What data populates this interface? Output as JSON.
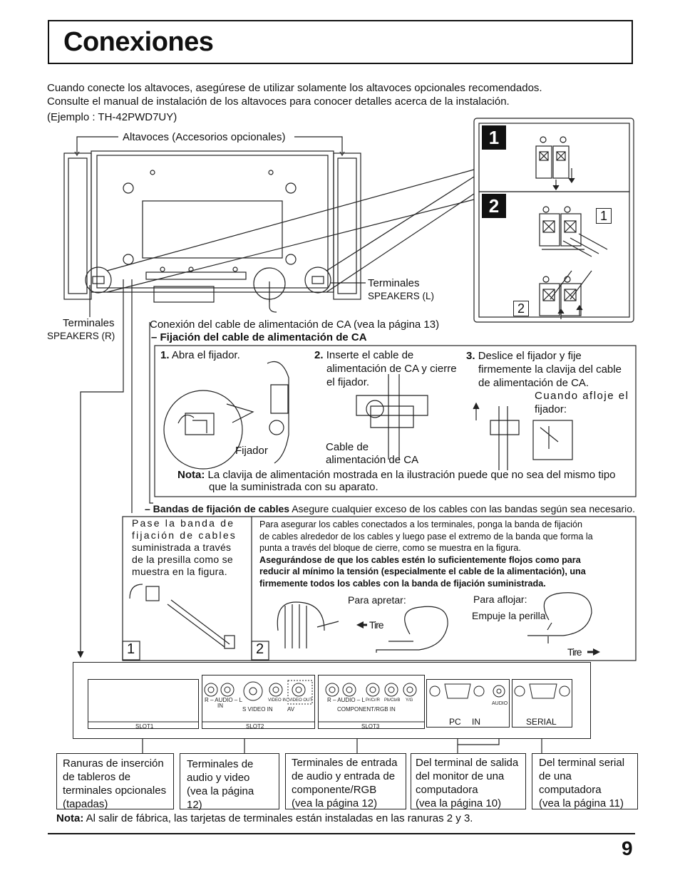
{
  "title": "Conexiones",
  "intro": {
    "line1": "Cuando conecte los altavoces, asegúrese de utilizar solamente los altavoces opcionales recomendados.",
    "line2": "Consulte el manual de instalación de los altavoces para conocer detalles acerca de la instalación.",
    "example": "(Ejemplo : TH-42PWD7UY)"
  },
  "speakers_label": "Altavoces (Accesorios opcionales)",
  "terminals_r": {
    "title": "Terminales",
    "sub": "SPEAKERS (R)"
  },
  "terminals_l": {
    "title": "Terminales",
    "sub": "SPEAKERS (L)"
  },
  "ac_connection": "Conexión del cable de alimentación de CA (vea la página 13)",
  "ac_fixing_title": "– Fijación del cable de alimentación de CA",
  "steps": {
    "s1_num": "1.",
    "s1_text": "Abra el fijador.",
    "s2_num": "2.",
    "s2_line1": "Inserte el cable de",
    "s2_line2": "alimentación de CA y cierre",
    "s2_line3": "el fijador.",
    "s3_num": "3.",
    "s3_line1": "Deslice el fijador y fije",
    "s3_line2": "firmemente la clavija del cable",
    "s3_line3": "de alimentación de CA.",
    "loosen_line1": "Cuando afloje el",
    "loosen_line2": "fijador:",
    "fijador": "Fijador",
    "cable_line1": "Cable de",
    "cable_line2": "alimentación de CA"
  },
  "note1": {
    "label": "Nota:",
    "line1": "La clavija de alimentación mostrada en la ilustración puede que no sea del mismo tipo",
    "line2": "que la suministrada con su aparato."
  },
  "bands": {
    "title": "– Bandas de fijación de cables",
    "desc": "Asegure cualquier exceso de los cables con las bandas según sea necesario.",
    "left_lines": [
      "Pase la banda de",
      "fijación de cables",
      "suministrada a través",
      "de la presilla como se",
      "muestra en la figura."
    ],
    "right_lines": [
      "Para asegurar los cables conectados a los terminales, ponga la banda de fijación",
      "de cables alrededor de los cables y luego pase el extremo de la banda que forma la",
      "punta a través del bloque de cierre, como se muestra en la figura."
    ],
    "right_bold": [
      "Asegurándose de que los cables estén lo suficientemente flojos como para",
      "reducir al mínimo la tensión (especialmente el cable de la alimentación), una",
      "firmemente todos los cables con la banda de fijación suministrada."
    ],
    "tighten": "Para apretar:",
    "loosen": "Para aflojar:",
    "push": "Empuje la perilla",
    "pull1": "Tire",
    "pull2": "Tire",
    "n1": "1",
    "n2": "2"
  },
  "speaker_steps": {
    "n1": "1",
    "n2": "2",
    "sub1": "1",
    "sub2": "2"
  },
  "panel": {
    "slot1": "SLOT1",
    "slot2": "SLOT2",
    "slot3": "SLOT3",
    "svideo": "S VIDEO IN",
    "av": "AV",
    "video_in": "VIDEO IN",
    "video_out": "VIDEO OUT",
    "audio_in": "R – AUDIO – L",
    "in_small": "IN",
    "audio_r_l": "R – AUDIO – L",
    "pb": "Pb/Cb/B",
    "pr": "Pr/Cr/R",
    "yg": "Y/G",
    "component": "COMPONENT/RGB IN",
    "audio": "AUDIO",
    "pc": "PC",
    "in": "IN",
    "serial": "SERIAL"
  },
  "captions": {
    "c1": [
      "Ranuras de inserción",
      "de tableros de",
      "terminales opcionales",
      "(tapadas)"
    ],
    "c2": [
      "Terminales de",
      "audio y video",
      "(vea la página 12)"
    ],
    "c3": [
      "Terminales de entrada",
      "de audio y entrada de",
      "componente/RGB",
      "(vea la página 12)"
    ],
    "c4": [
      "Del terminal de salida",
      "del monitor de una",
      "computadora",
      "(vea la página 10)"
    ],
    "c5": [
      "Del terminal serial",
      "de una",
      "computadora",
      "(vea la página 11)"
    ]
  },
  "note2": {
    "label": "Nota:",
    "text": "Al salir de fábrica, las tarjetas de terminales están instaladas en las ranuras 2 y 3."
  },
  "page_number": "9"
}
